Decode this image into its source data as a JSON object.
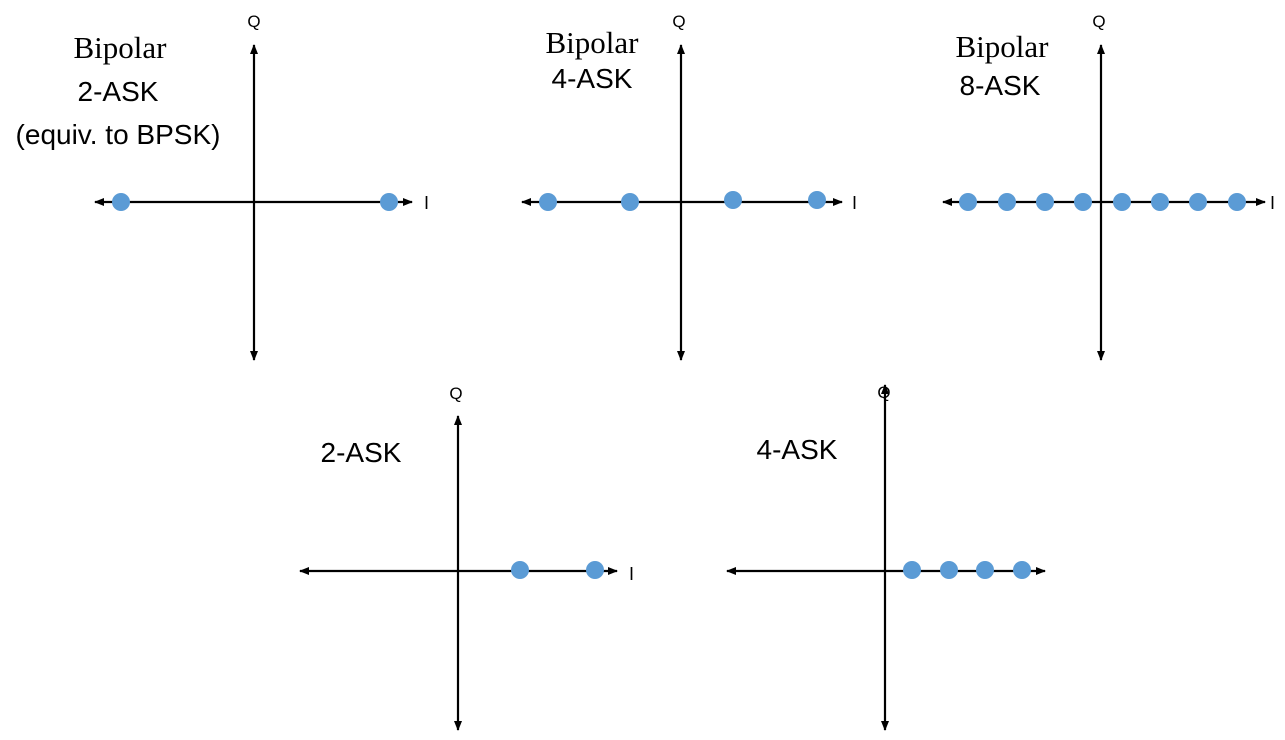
{
  "colors": {
    "axis": "#000000",
    "point": "#5b9bd5"
  },
  "diagrams": [
    {
      "id": "bipolar-2ask",
      "title": "Bipolar",
      "subtitle": "2-ASK",
      "note": "(equiv. to BPSK)",
      "i_label": "I",
      "q_label": "Q",
      "points": 2
    },
    {
      "id": "bipolar-4ask",
      "title": "Bipolar",
      "subtitle": "4-ASK",
      "note": "",
      "i_label": "I",
      "q_label": "Q",
      "points": 4
    },
    {
      "id": "bipolar-8ask",
      "title": "Bipolar",
      "subtitle": "8-ASK",
      "note": "",
      "i_label": "I",
      "q_label": "Q",
      "points": 8
    },
    {
      "id": "unipolar-2ask",
      "title": "",
      "subtitle": "2-ASK",
      "note": "",
      "i_label": "I",
      "q_label": "Q",
      "points": 2
    },
    {
      "id": "unipolar-4ask",
      "title": "",
      "subtitle": "4-ASK",
      "note": "",
      "i_label": "",
      "q_label": "Q",
      "points": 4
    }
  ]
}
